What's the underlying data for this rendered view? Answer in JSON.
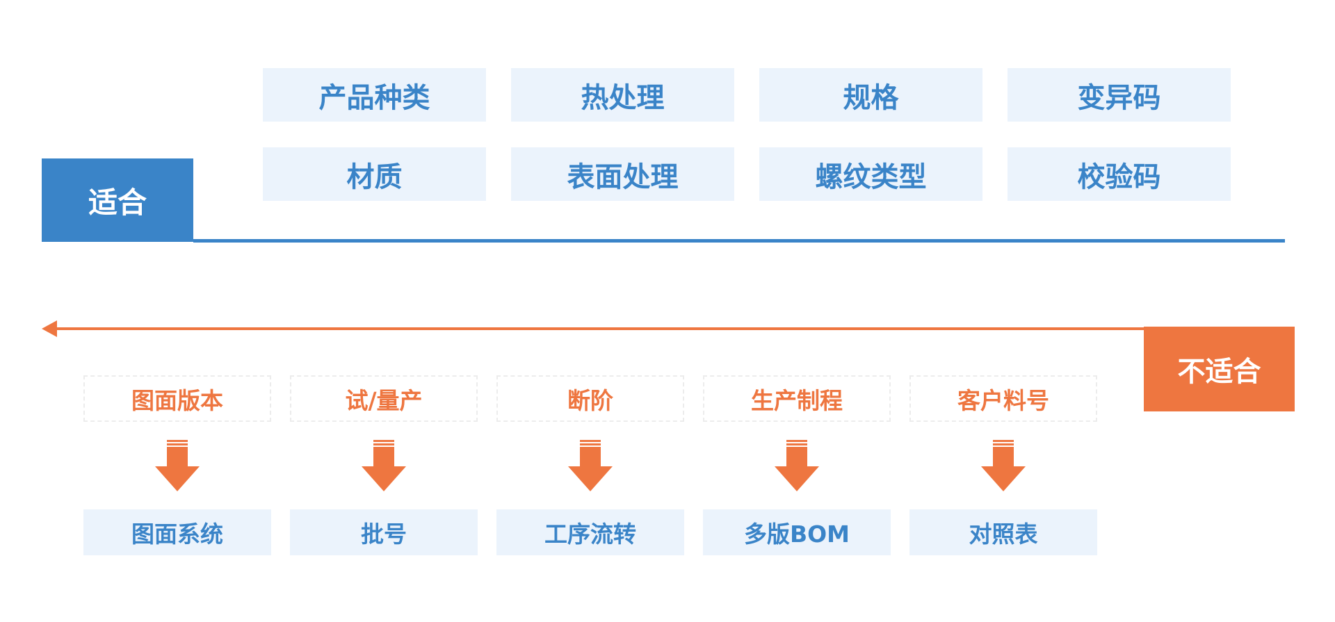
{
  "suitable": {
    "label": "适合",
    "items": [
      {
        "label": "产品种类"
      },
      {
        "label": "热处理"
      },
      {
        "label": "规格"
      },
      {
        "label": "变异码"
      },
      {
        "label": "材质"
      },
      {
        "label": "表面处理"
      },
      {
        "label": "螺纹类型"
      },
      {
        "label": "校验码"
      }
    ]
  },
  "unsuitable": {
    "label": "不适合",
    "pairs": [
      {
        "issue": "图面版本",
        "solution": "图面系统"
      },
      {
        "issue": "试/量产",
        "solution": "批号"
      },
      {
        "issue": "断阶",
        "solution": "工序流转"
      },
      {
        "issue": "生产制程",
        "solution": "多版BOM"
      },
      {
        "issue": "客户料号",
        "solution": "对照表"
      }
    ]
  },
  "colors": {
    "blue": "#3a84c8",
    "light_blue": "#ebf3fc",
    "orange": "#ee7640"
  }
}
